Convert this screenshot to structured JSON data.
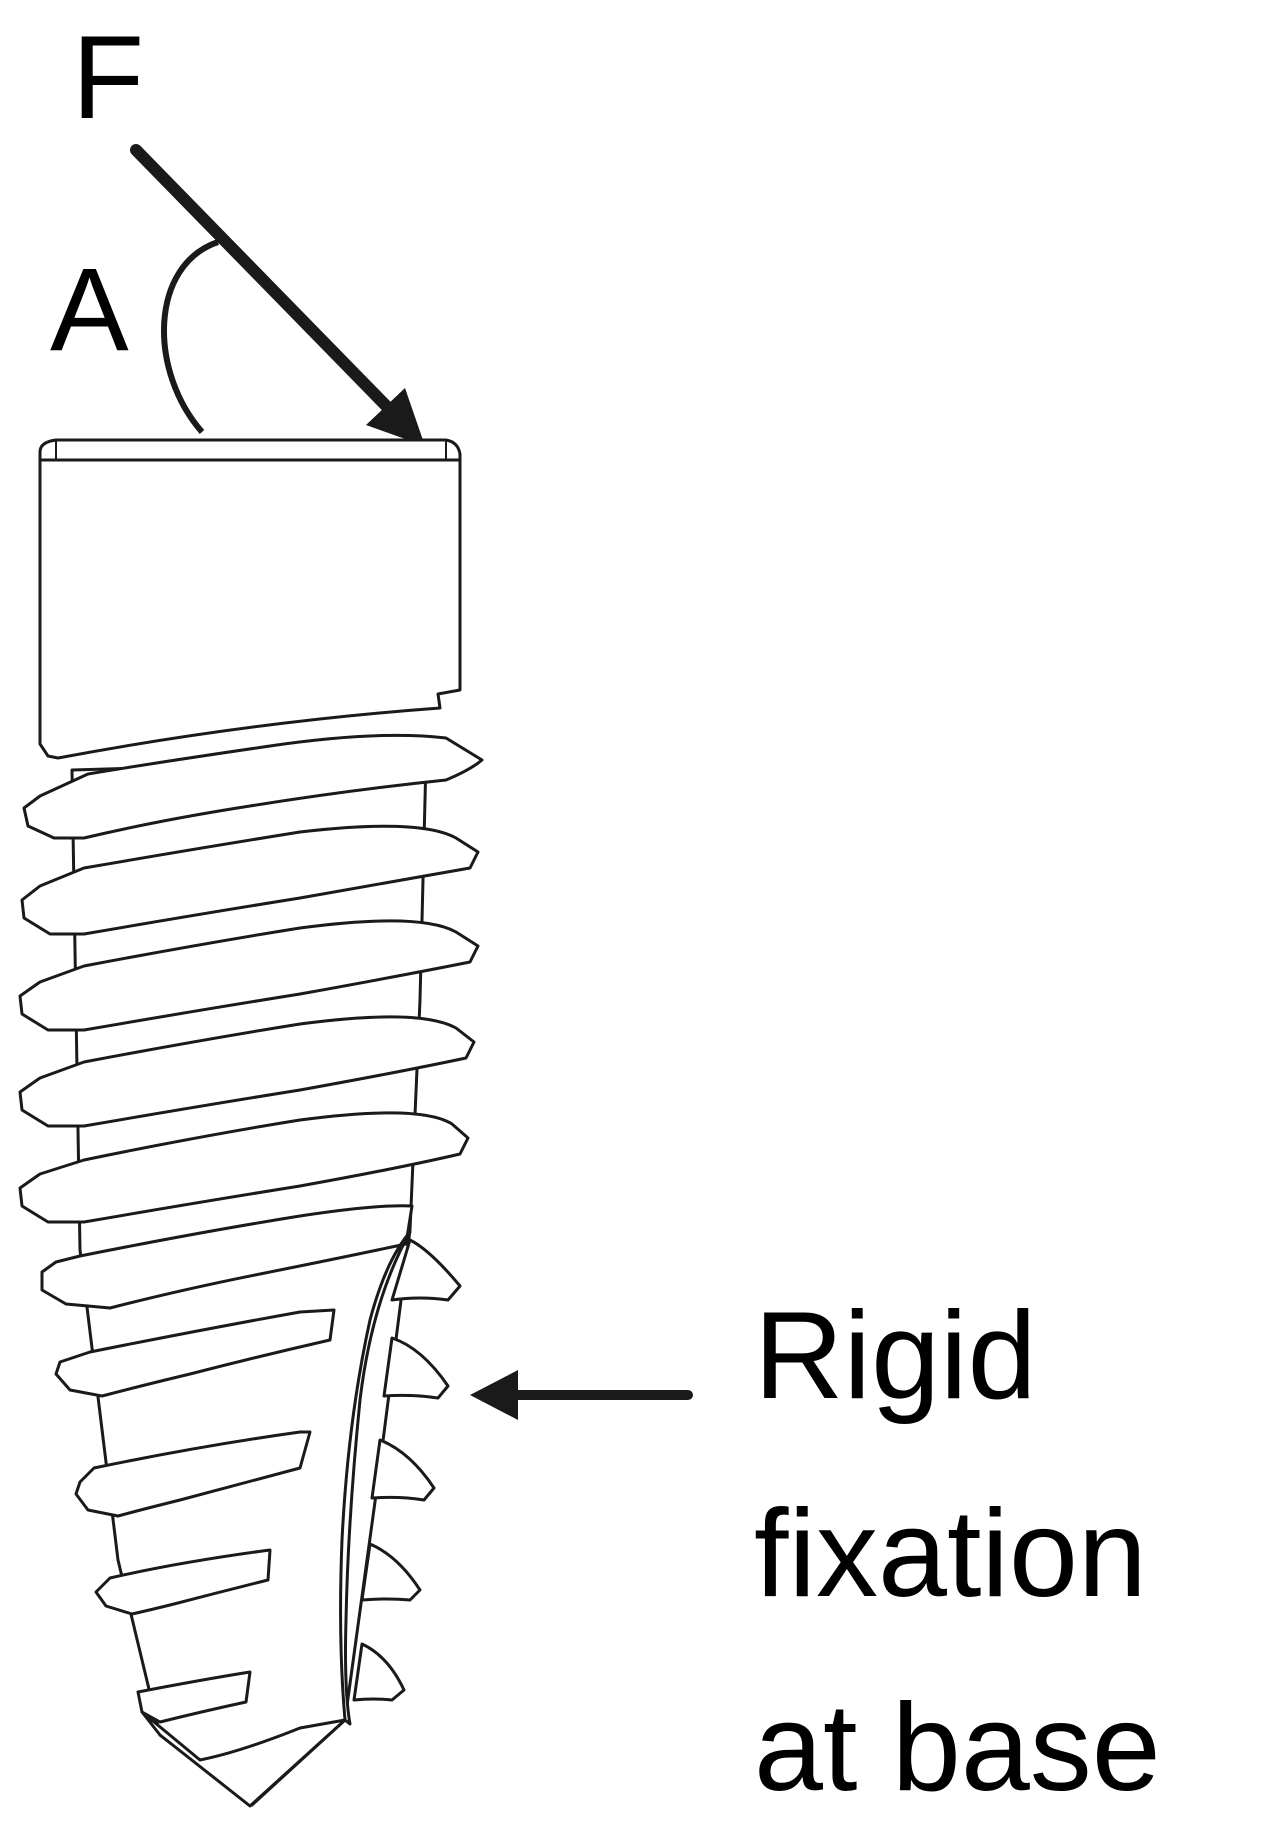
{
  "labels": {
    "force": "F",
    "angle": "A",
    "fixation_line1": "Rigid",
    "fixation_line2": "fixation",
    "fixation_line3": "at base"
  },
  "colors": {
    "stroke": "#1a1a1a",
    "background": "#ffffff"
  }
}
